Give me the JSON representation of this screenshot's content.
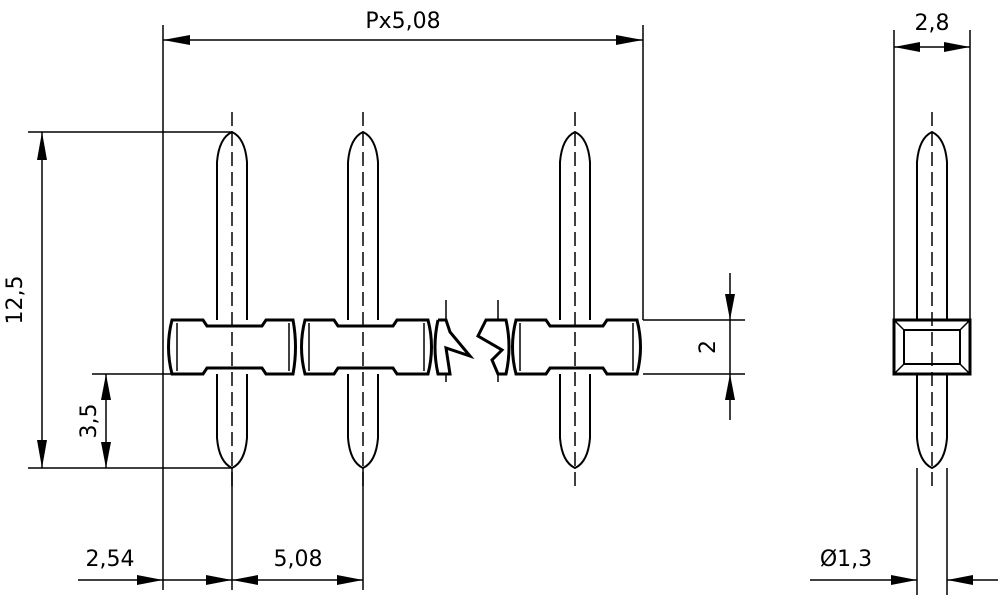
{
  "dimensions": {
    "total_length": "Px5,08",
    "width_side": "2,8",
    "pin_length": "12,5",
    "housing_height": "2",
    "pin_below": "3,5",
    "edge_to_pin": "2,54",
    "pitch": "5,08",
    "pin_diameter": "Ø1,3"
  }
}
